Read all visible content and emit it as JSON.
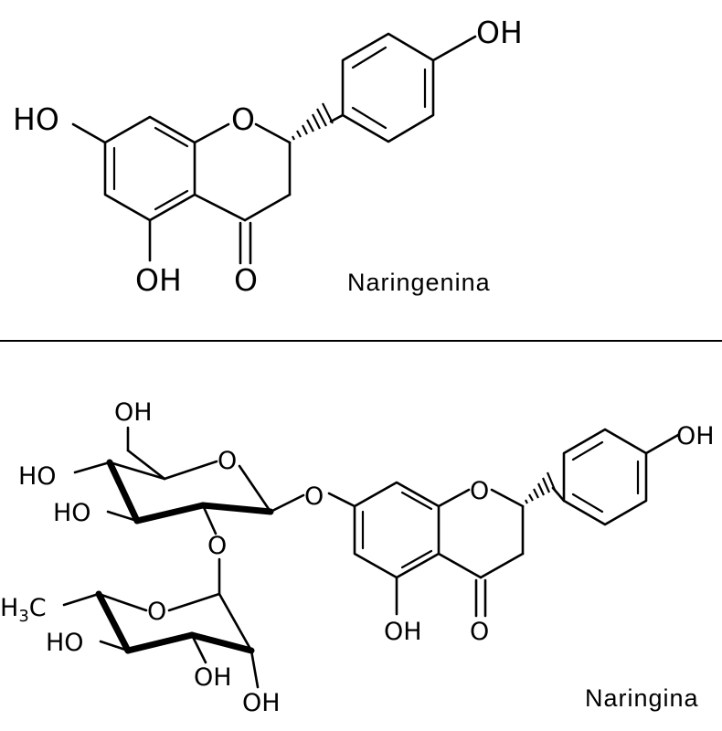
{
  "molecules": {
    "top": {
      "name": "Naringenina",
      "labels": {
        "oh_top": "OH",
        "oh_left": "HO",
        "oh_bottom": "OH",
        "ring_o": "O",
        "carbonyl_o": "O"
      }
    },
    "bottom": {
      "name": "Naringina",
      "labels": {
        "oh_top": "OH",
        "oh_bottom": "OH",
        "ring_o": "O",
        "carbonyl_o": "O",
        "glyco_o": "O",
        "glc_ch2oh": "OH",
        "glc_ho4": "HO",
        "glc_ho3": "HO",
        "glc_ring_o": "O",
        "link_o": "O",
        "rha_ch3": "H",
        "rha_ch3_sub": "3",
        "rha_ch3_c": "C",
        "rha_ring_o": "O",
        "rha_ho": "HO",
        "rha_oh3": "OH",
        "rha_oh2": "OH"
      }
    }
  },
  "colors": {
    "ink": "#000000",
    "background": "#ffffff"
  }
}
